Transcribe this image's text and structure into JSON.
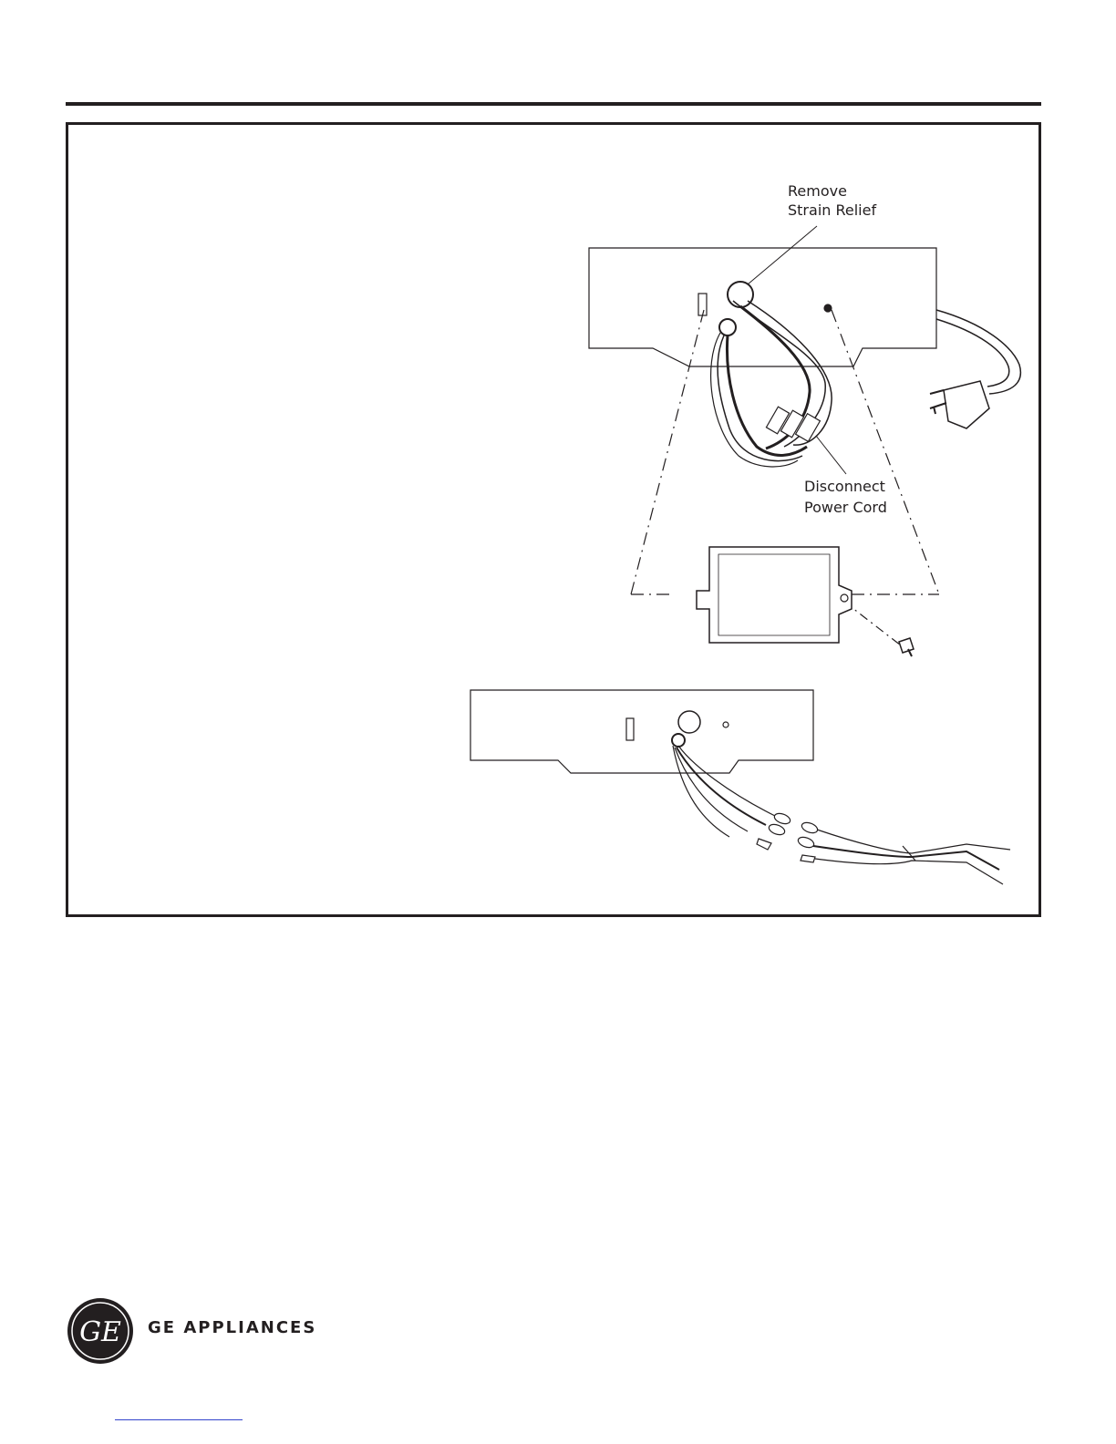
{
  "diagram": {
    "labels": {
      "remove_strain_relief": [
        "Remove",
        "Strain Relief"
      ],
      "disconnect_power_cord": [
        "Disconnect",
        "Power Cord"
      ]
    }
  },
  "footer": {
    "logo_text": "GE",
    "brand": "GE APPLIANCES"
  },
  "colors": {
    "ink": "#231f20",
    "link": "#3344cc"
  }
}
